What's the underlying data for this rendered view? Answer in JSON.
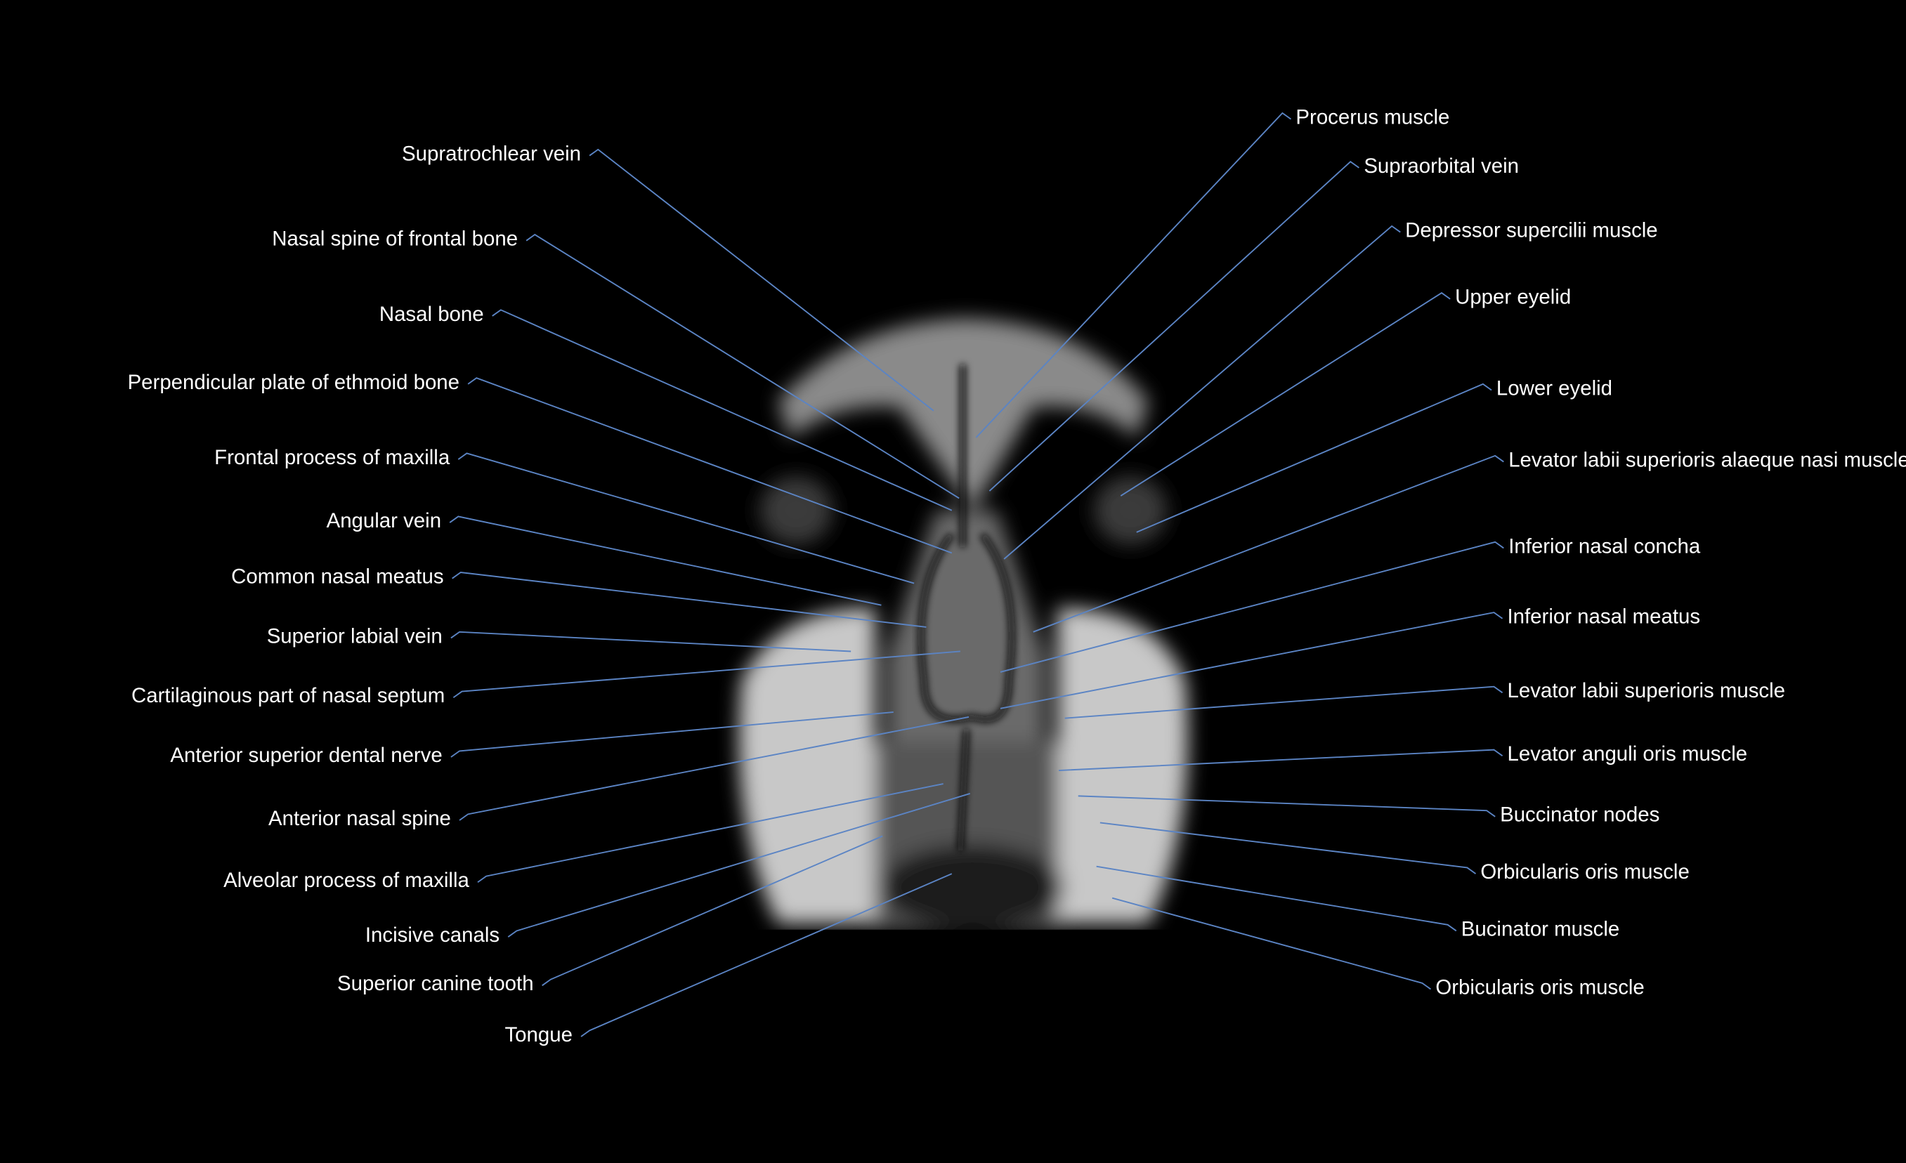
{
  "figure": {
    "background": "#000000",
    "leader_color": "#5b84c4",
    "left_labels": [
      "Supratrochlear vein",
      "Nasal spine of frontal bone",
      "Nasal bone",
      "Perpendicular plate of ethmoid bone",
      "Frontal process of maxilla",
      "Angular vein",
      "Common nasal meatus",
      "Superior labial vein",
      "Cartilaginous part of nasal septum",
      "Anterior superior dental nerve",
      "Anterior nasal spine",
      "Alveolar process of maxilla",
      "Incisive canals",
      "Superior canine tooth",
      "Tongue"
    ],
    "right_labels": [
      "Procerus muscle",
      "Supraorbital vein",
      "Depressor supercilii muscle",
      "Upper eyelid",
      "Lower eyelid",
      "Levator labii superioris alaeque nasi muscle",
      "Inferior nasal concha",
      "Inferior nasal meatus",
      "Levator labii superioris muscle",
      "Levator anguli oris muscle",
      "Buccinator nodes",
      "Orbicularis oris muscle",
      "Bucinator muscle",
      "Orbicularis oris muscle"
    ]
  }
}
